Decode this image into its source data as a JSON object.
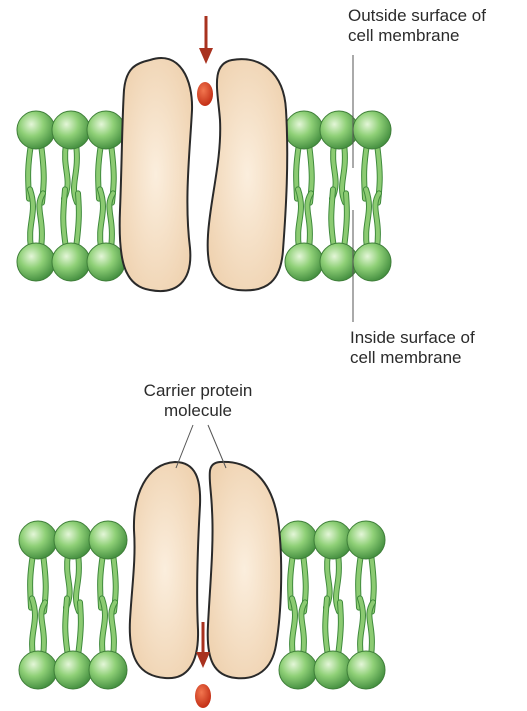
{
  "labels": {
    "outside_line1": "Outside surface of",
    "outside_line2": "cell membrane",
    "inside_line1": "Inside surface of",
    "inside_line2": "cell membrane",
    "carrier_line1": "Carrier protein",
    "carrier_line2": "molecule"
  },
  "colors": {
    "phospholipid_head": "#7fc46a",
    "phospholipid_head_dark": "#3f8a3c",
    "phospholipid_tail": "#8ccb72",
    "protein_fill": "#f4dcc0",
    "protein_stroke": "#2a2a2a",
    "arrow": "#a8321f",
    "molecule": "#d63b1e",
    "leader_line": "#555555"
  },
  "icons": {
    "arrow": "down-arrow-icon",
    "molecule": "transported-molecule-icon"
  }
}
